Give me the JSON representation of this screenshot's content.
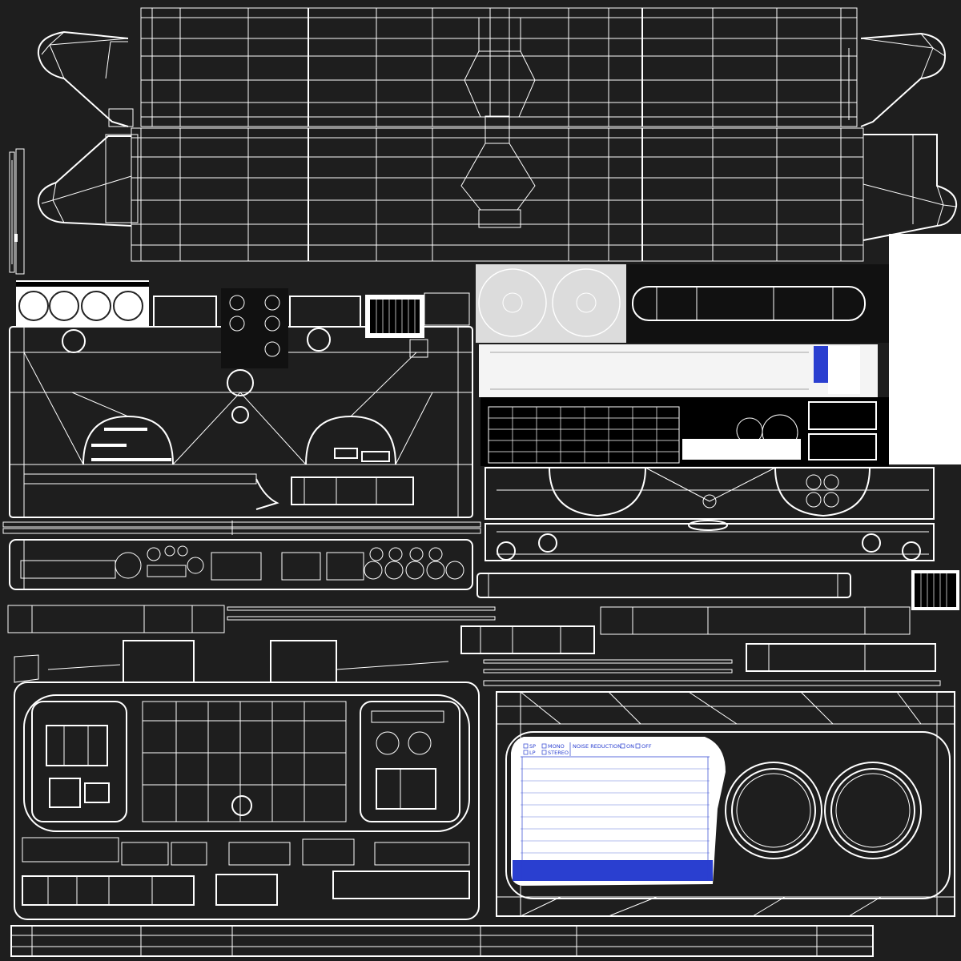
{
  "colors": {
    "background": "#1e1e1e",
    "wireframe": "#ffffff",
    "label_accent": "#2a3fd0",
    "panel": "#f4f4f4"
  },
  "cassette_label": {
    "sp": "SP",
    "lp": "LP",
    "mono": "MONO",
    "stereo": "STEREO",
    "noise_reduction": "NOISE REDUCTION",
    "on": "ON",
    "off": "OFF"
  }
}
